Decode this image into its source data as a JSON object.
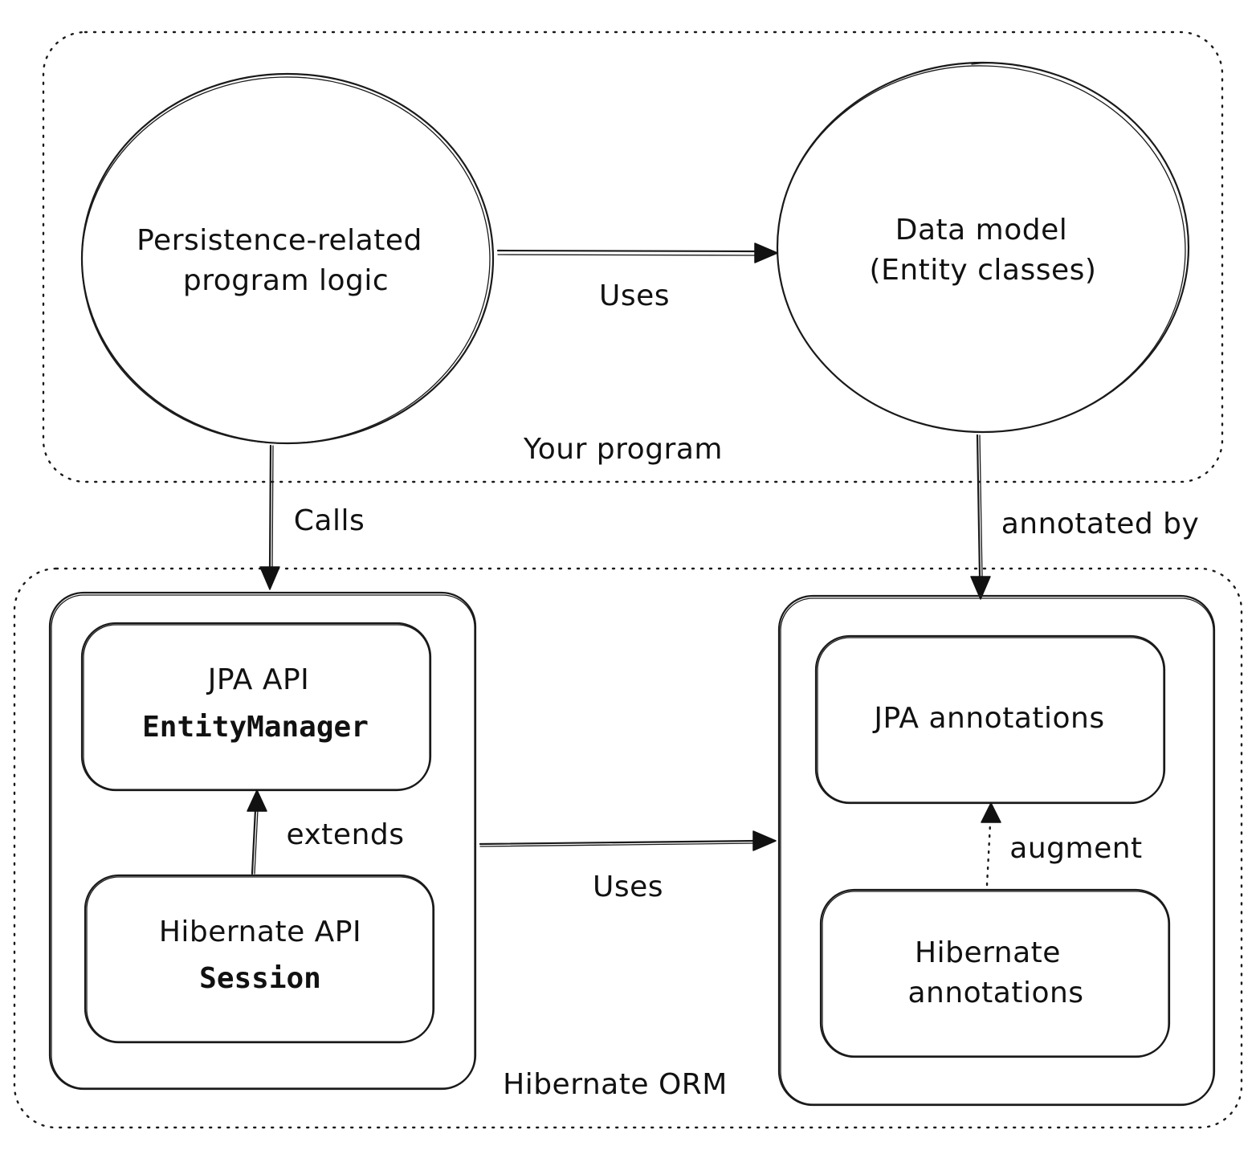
{
  "groups": {
    "your_program": {
      "label": "Your program"
    },
    "hibernate_orm": {
      "label": "Hibernate ORM"
    }
  },
  "nodes": {
    "persistence_logic": {
      "line1": "Persistence-related",
      "line2": "program logic"
    },
    "data_model": {
      "line1": "Data model",
      "line2": "(Entity classes)"
    },
    "jpa_api": {
      "line1": "JPA API",
      "line2": "EntityManager"
    },
    "hibernate_api": {
      "line1": "Hibernate API",
      "line2": "Session"
    },
    "jpa_annotations": {
      "line1": "JPA annotations"
    },
    "hibernate_annotations": {
      "line1": "Hibernate",
      "line2": "annotations"
    }
  },
  "edges": {
    "logic_uses_model": {
      "label": "Uses"
    },
    "logic_calls_api": {
      "label": "Calls"
    },
    "model_annotated_by": {
      "label": "annotated by"
    },
    "session_extends": {
      "label": "extends"
    },
    "api_uses_annotations": {
      "label": "Uses"
    },
    "annotations_augment": {
      "label": "augment"
    }
  }
}
